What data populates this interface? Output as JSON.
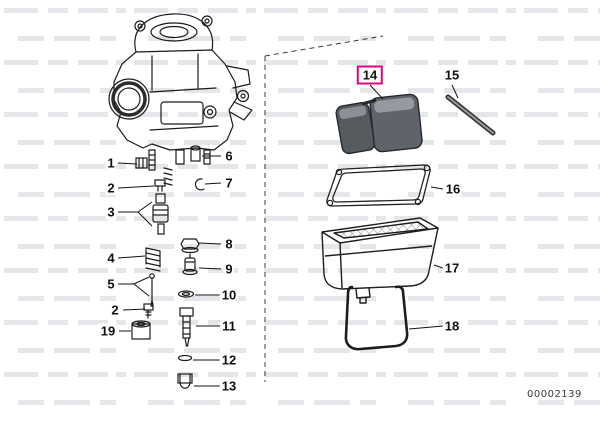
{
  "diagram": {
    "title_semantic": "carburetor-exploded-parts-diagram",
    "doc_number": "00002139",
    "highlight_color": "#e5007d",
    "highlighted_part": "14",
    "part_labels": [
      {
        "text": "1",
        "highlighted": false
      },
      {
        "text": "2",
        "highlighted": false
      },
      {
        "text": "3",
        "highlighted": false
      },
      {
        "text": "4",
        "highlighted": false
      },
      {
        "text": "5",
        "highlighted": false
      },
      {
        "text": "2",
        "highlighted": false
      },
      {
        "text": "19",
        "highlighted": false
      },
      {
        "text": "6",
        "highlighted": false
      },
      {
        "text": "7",
        "highlighted": false
      },
      {
        "text": "8",
        "highlighted": false
      },
      {
        "text": "9",
        "highlighted": false
      },
      {
        "text": "10",
        "highlighted": false
      },
      {
        "text": "11",
        "highlighted": false
      },
      {
        "text": "12",
        "highlighted": false
      },
      {
        "text": "13",
        "highlighted": false
      },
      {
        "text": "14",
        "highlighted": true
      },
      {
        "text": "15",
        "highlighted": false
      },
      {
        "text": "16",
        "highlighted": false
      },
      {
        "text": "17",
        "highlighted": false
      },
      {
        "text": "18",
        "highlighted": false
      }
    ]
  }
}
